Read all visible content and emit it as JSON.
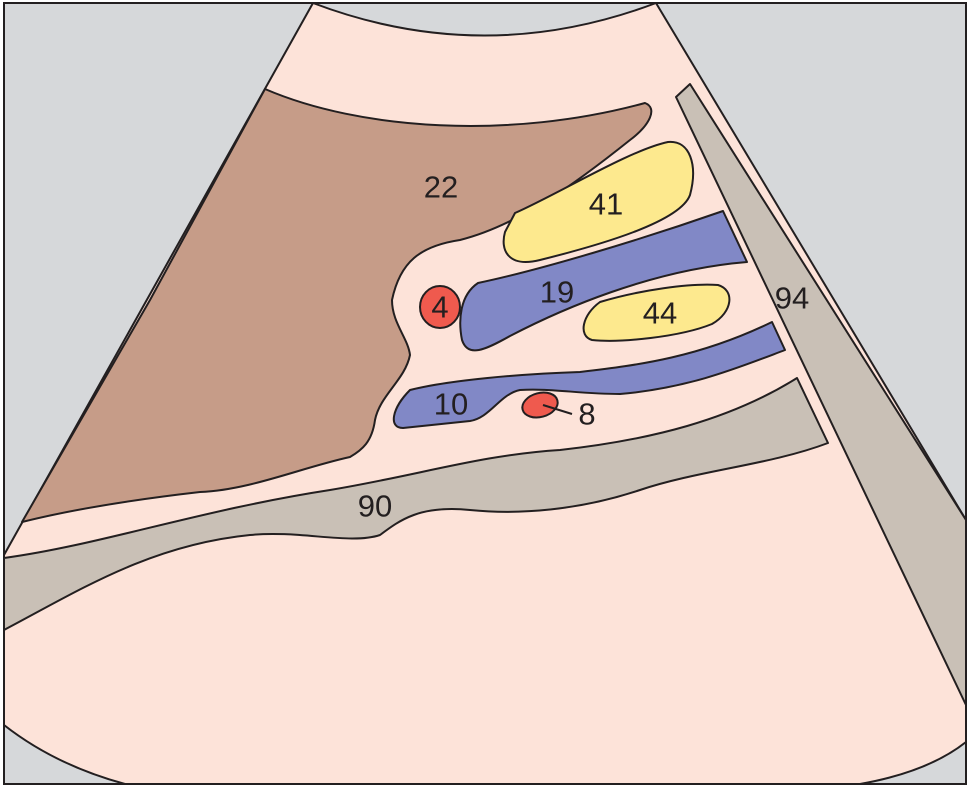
{
  "labels": {
    "l22": "22",
    "l41": "41",
    "l19": "19",
    "l4": "4",
    "l44": "44",
    "l10": "10",
    "l8": "8",
    "l90": "90",
    "l94": "94"
  },
  "colors": {
    "background": "#d6d8da",
    "sector": "#fde3d9",
    "brown": "#c69c88",
    "yellow": "#fde98e",
    "blue": "#8188c6",
    "red": "#ef5a4e",
    "gray_band": "#c9c0b6",
    "outline": "#231f20"
  }
}
